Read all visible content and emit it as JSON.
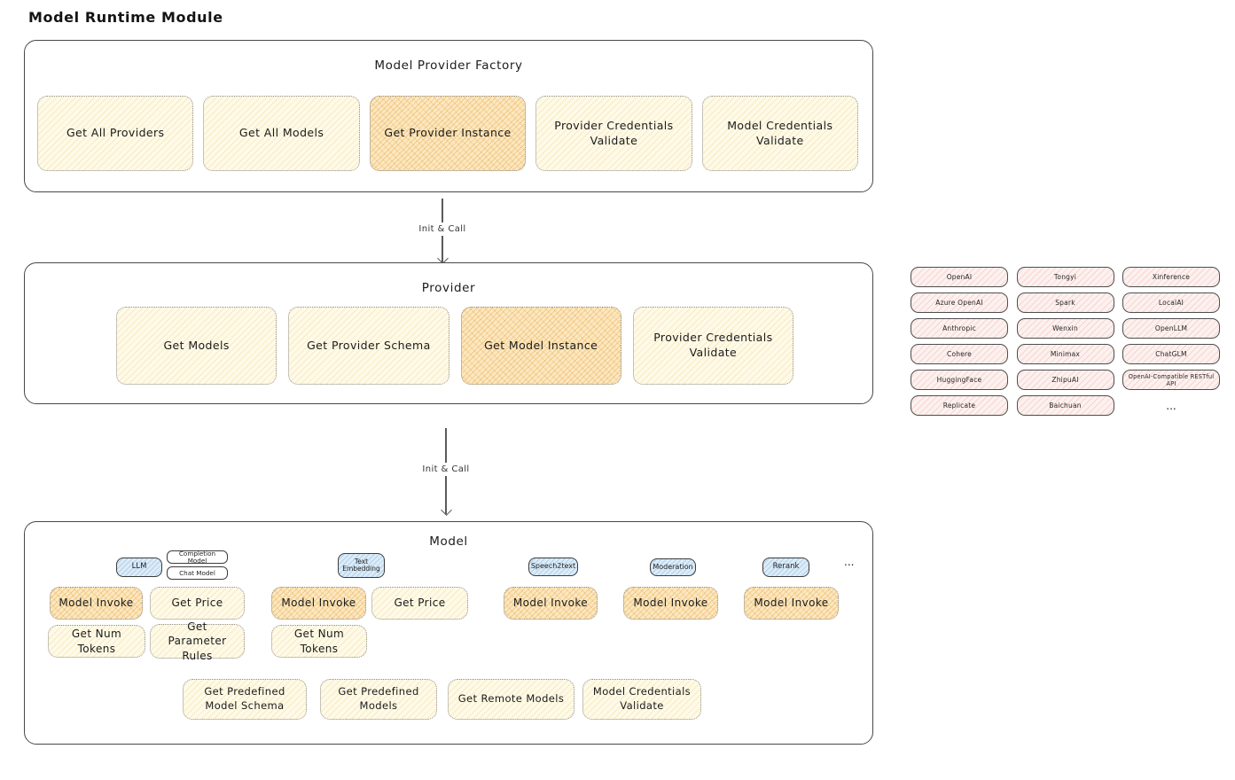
{
  "page_title": "Model Runtime Module",
  "colors": {
    "stroke": "#4a4a4a",
    "yellow_fill": "#fefae7",
    "yellow_hatch": "#e1b450",
    "orange_fill": "#fbe8c2",
    "orange_hatch": "#e69b2d",
    "pink_fill": "#fdf1ef",
    "pink_hatch": "#d47369",
    "blue_fill": "#dcecf8",
    "blue_hatch": "#6ea5d4"
  },
  "factory": {
    "title": "Model Provider Factory",
    "buttons": [
      {
        "label": "Get All Providers",
        "variant": "yellow"
      },
      {
        "label": "Get All Models",
        "variant": "yellow"
      },
      {
        "label": "Get Provider Instance",
        "variant": "orange"
      },
      {
        "label": "Provider Credentials Validate",
        "variant": "yellow"
      },
      {
        "label": "Model Credentials Validate",
        "variant": "yellow"
      }
    ]
  },
  "arrows": [
    {
      "label": "Init & Call"
    },
    {
      "label": "Init & Call"
    }
  ],
  "provider": {
    "title": "Provider",
    "buttons": [
      {
        "label": "Get Models",
        "variant": "yellow"
      },
      {
        "label": "Get Provider Schema",
        "variant": "yellow"
      },
      {
        "label": "Get Model Instance",
        "variant": "orange"
      },
      {
        "label": "Provider Credentials Validate",
        "variant": "yellow"
      }
    ]
  },
  "providers_list": {
    "items": [
      "OpenAI",
      "Tongyi",
      "Xinference",
      "Azure OpenAI",
      "Spark",
      "LocalAI",
      "Anthropic",
      "Wenxin",
      "OpenLLM",
      "Cohere",
      "Minimax",
      "ChatGLM",
      "HuggingFace",
      "ZhipuAI",
      "OpenAI-Compatible RESTful API",
      "Replicate",
      "Baichuan"
    ],
    "more": "..."
  },
  "model": {
    "title": "Model",
    "types": {
      "llm": "LLM",
      "completion": "Completion Model",
      "chat": "Chat Model",
      "text_embedding": "Text Embedding",
      "speech2text": "Speech2text",
      "moderation": "Moderation",
      "rerank": "Rerank",
      "more": "..."
    },
    "ops_row1": [
      "Model Invoke",
      "Get Price",
      "Model Invoke",
      "Get Price",
      "Model Invoke",
      "Model Invoke",
      "Model Invoke"
    ],
    "ops_row2": [
      "Get Num Tokens",
      "Get Parameter Rules",
      "Get Num Tokens"
    ],
    "bottom": [
      "Get Predefined Model Schema",
      "Get Predefined Models",
      "Get Remote Models",
      "Model Credentials Validate"
    ]
  }
}
